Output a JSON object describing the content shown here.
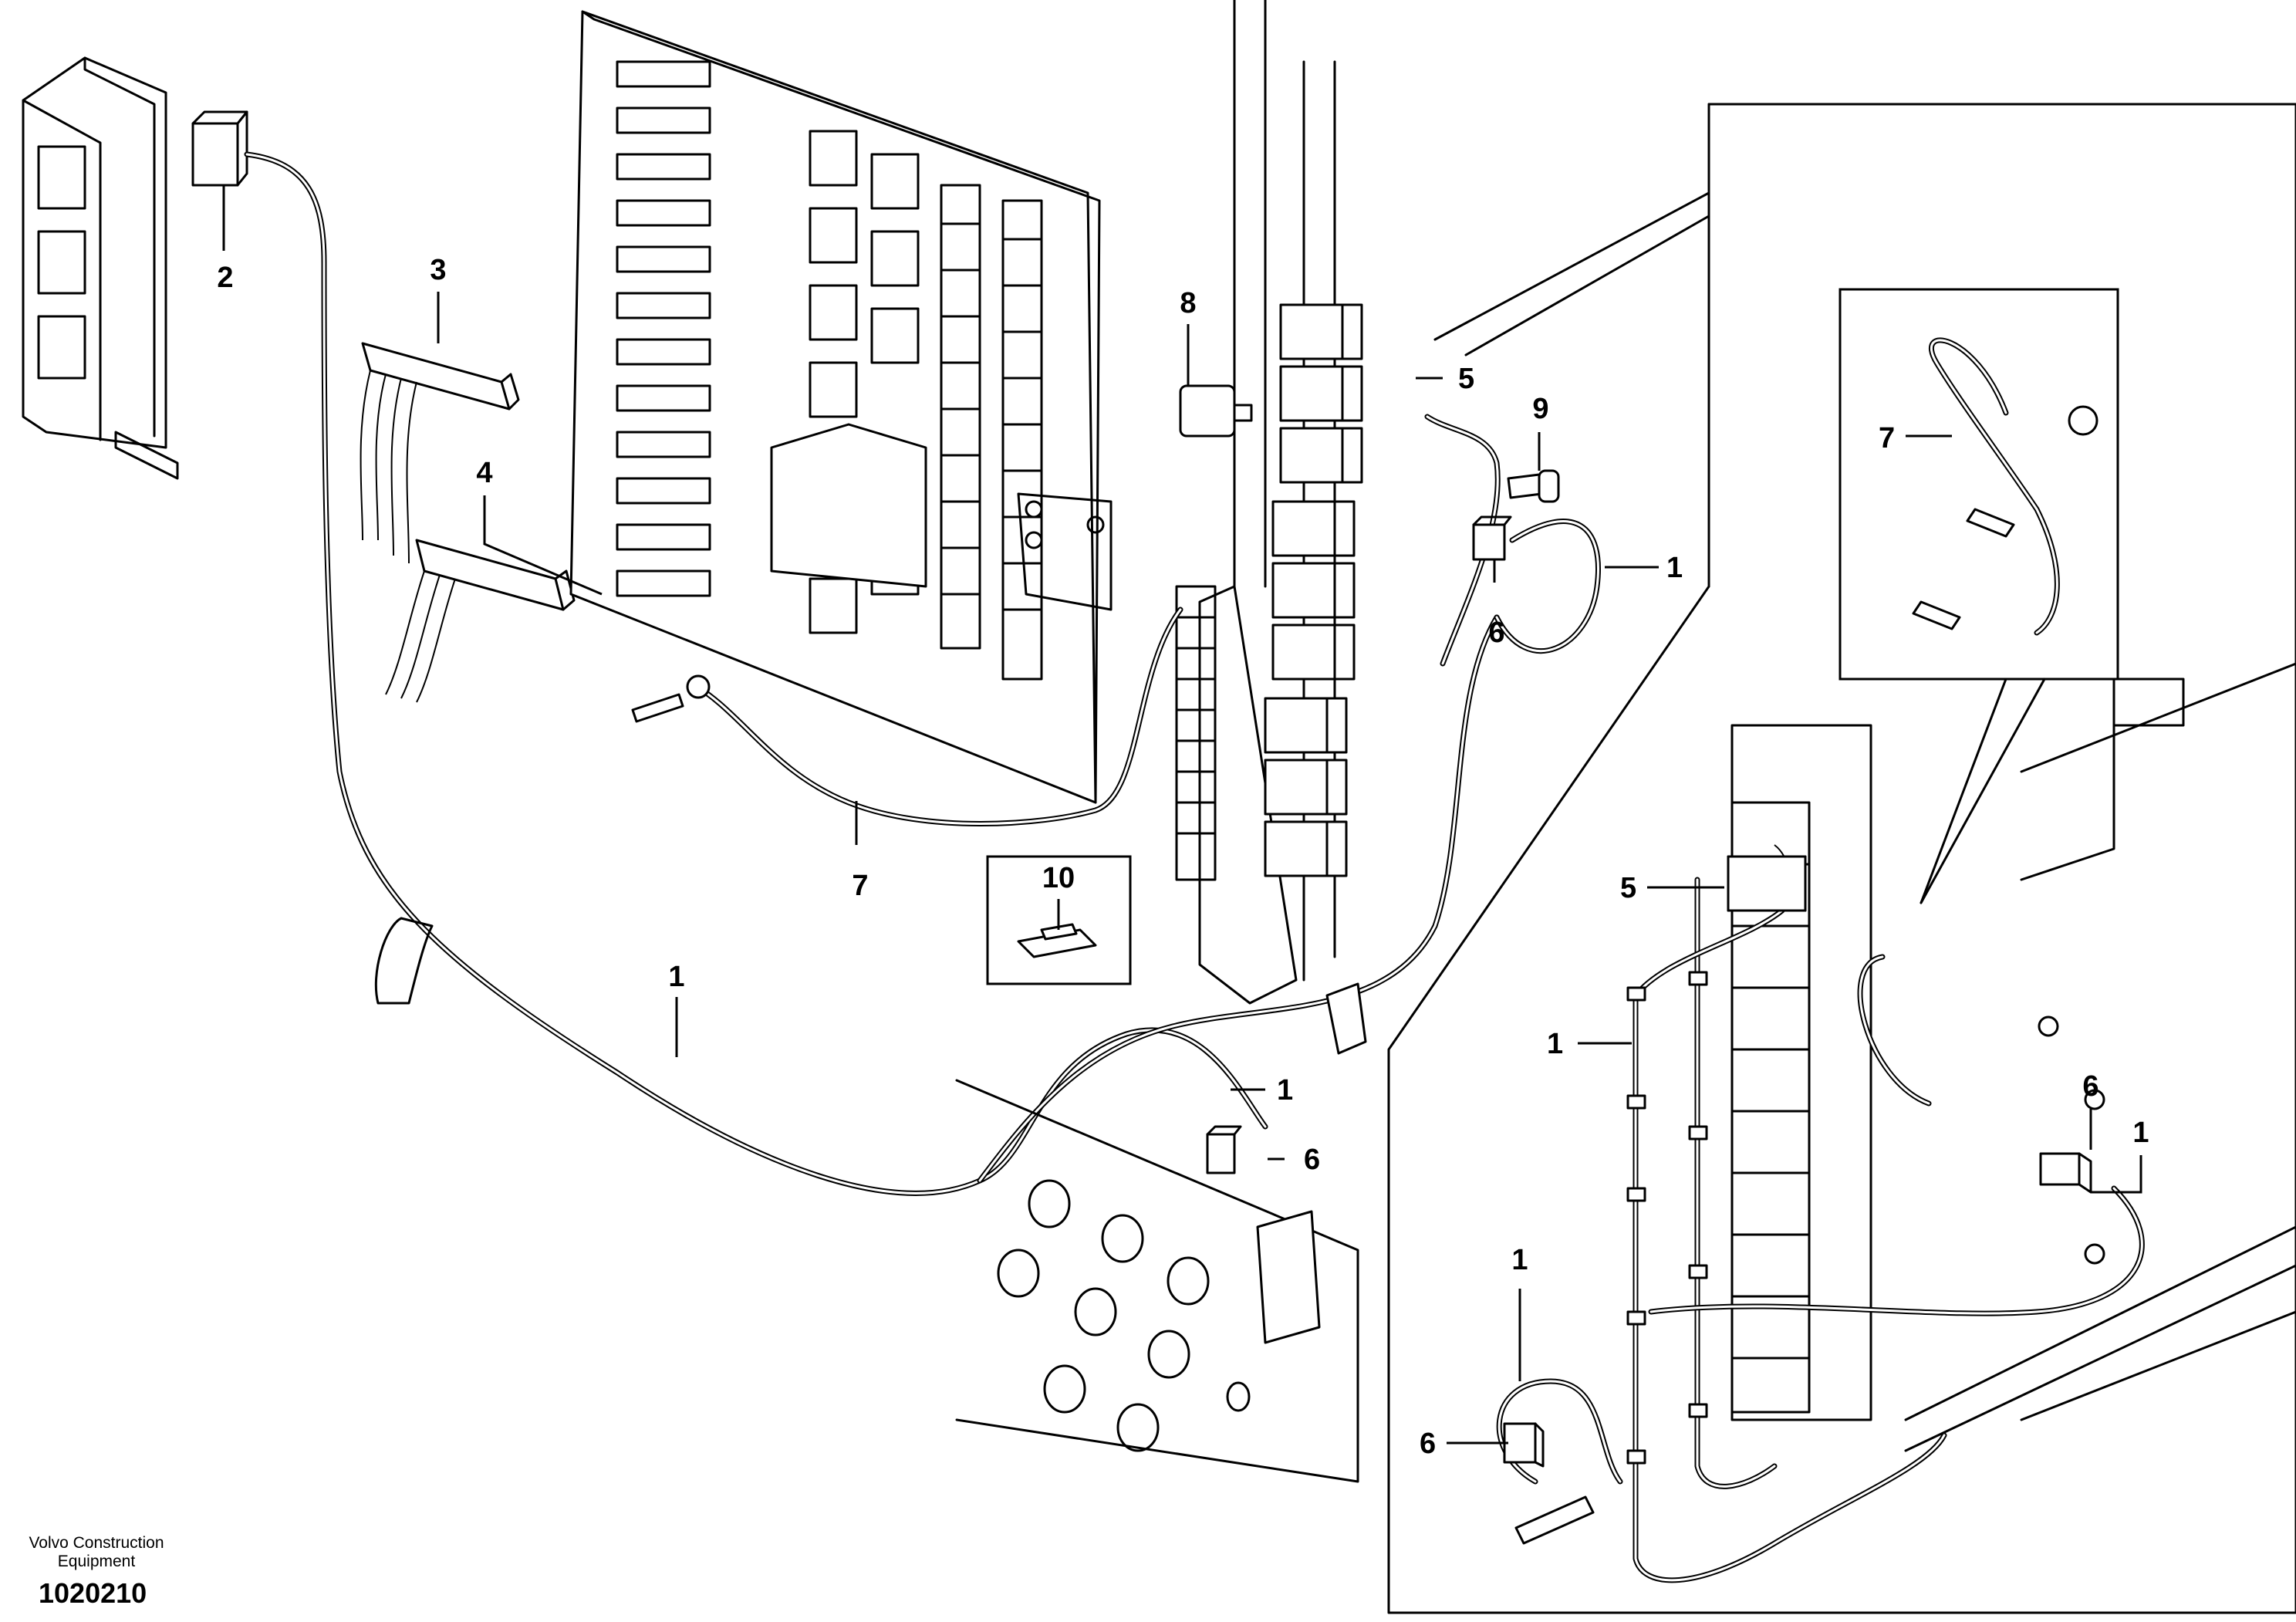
{
  "footer": {
    "company": "Volvo Construction Equipment",
    "doc_number": "1020210"
  },
  "callouts": {
    "main_bracket": "2",
    "main_cable_upper": "3",
    "main_cable_lower": "4",
    "main_ground_cable": "7",
    "main_harness_bottom": "1",
    "main_harness_front": "1",
    "main_connector_bottom": "6",
    "main_fuse_cap": "8",
    "main_relay_block": "5",
    "main_screw": "9",
    "main_harness_right": "1",
    "main_connector_right": "6",
    "main_fuse_puller": "10",
    "detail_ground_cable": "7",
    "inset_relay_block": "5",
    "inset_harness_left": "1",
    "inset_harness_lower": "1",
    "inset_connector_lower": "6",
    "inset_connector_right": "6",
    "inset_harness_right": "1"
  }
}
